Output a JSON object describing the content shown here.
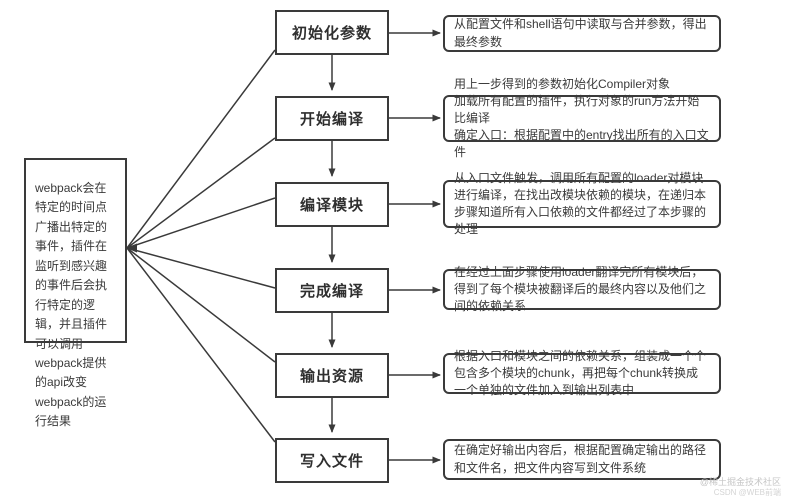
{
  "page": {
    "background": "#ffffff",
    "line_color": "#3a3a3a",
    "text_color": "#333333"
  },
  "left_note": {
    "text": "webpack会在特定的时间点广播出特定的事件，插件在监听到感兴趣的事件后会执行特定的逻辑，并且插件可以调用webpack提供的api改变webpack的运行结果"
  },
  "steps": [
    {
      "label": "初始化参数",
      "description": "从配置文件和shell语句中读取与合并参数，得出最终参数"
    },
    {
      "label": "开始编译",
      "description": "用上一步得到的参数初始化Compiler对象\n加载所有配置的插件，执行对象的run方法开始比编译\n确定入口：根据配置中的entry找出所有的入口文件"
    },
    {
      "label": "编译模块",
      "description": "从入口文件触发，调用所有配置的loader对模块进行编译，在找出改模块依赖的模块，在递归本步骤知道所有入口依赖的文件都经过了本步骤的处理"
    },
    {
      "label": "完成编译",
      "description": "在经过上面步骤使用loader翻译完所有模块后，得到了每个模块被翻译后的最终内容以及他们之间的依赖关系"
    },
    {
      "label": "输出资源",
      "description": "根据入口和模块之间的依赖关系，组装成一个个包含多个模块的chunk，再把每个chunk转换成一个单独的文件加入到输出列表中"
    },
    {
      "label": "写入文件",
      "description": "在确定好输出内容后，根据配置确定输出的路径和文件名，把文件内容写到文件系统"
    }
  ],
  "watermark": {
    "line1": "@稀土掘金技术社区",
    "line2": "CSDN @WEB前端"
  }
}
